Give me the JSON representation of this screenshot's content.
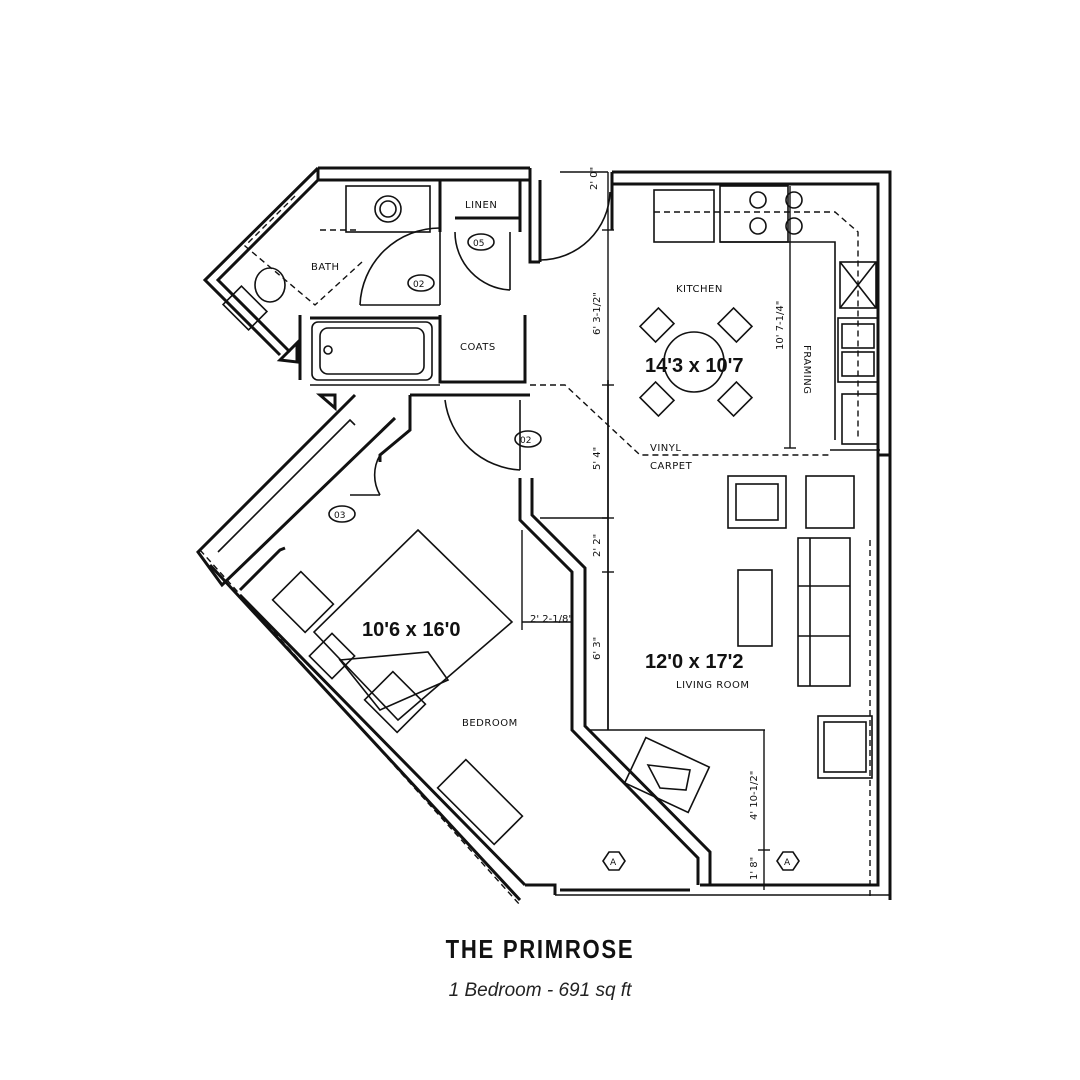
{
  "title": "THE PRIMROSE",
  "subtitle": "1 Bedroom - 691 sq ft",
  "rooms": {
    "kitchen": {
      "label": "KITCHEN",
      "size": "14'3 x 10'7"
    },
    "living": {
      "label": "LIVING ROOM",
      "size": "12'0 x 17'2"
    },
    "bedroom": {
      "label": "BEDROOM",
      "size": "10'6 x 16'0"
    },
    "bath": {
      "label": "BATH"
    },
    "linen": {
      "label": "LINEN"
    },
    "coats": {
      "label": "COATS"
    }
  },
  "floor_notes": {
    "vinyl": "VINYL",
    "carpet": "CARPET",
    "framing": "FRAMING"
  },
  "door_tags": [
    "02",
    "05",
    "02",
    "03"
  ],
  "section_markers": [
    "A",
    "A"
  ],
  "dimensions": [
    "2' 0\"",
    "6' 3-1/2\"",
    "5' 4\"",
    "2' 2\"",
    "6' 3\"",
    "10' 7-1/4\"",
    "2' 2-1/8\"",
    "4' 10-1/2\"",
    "1' 8\""
  ]
}
